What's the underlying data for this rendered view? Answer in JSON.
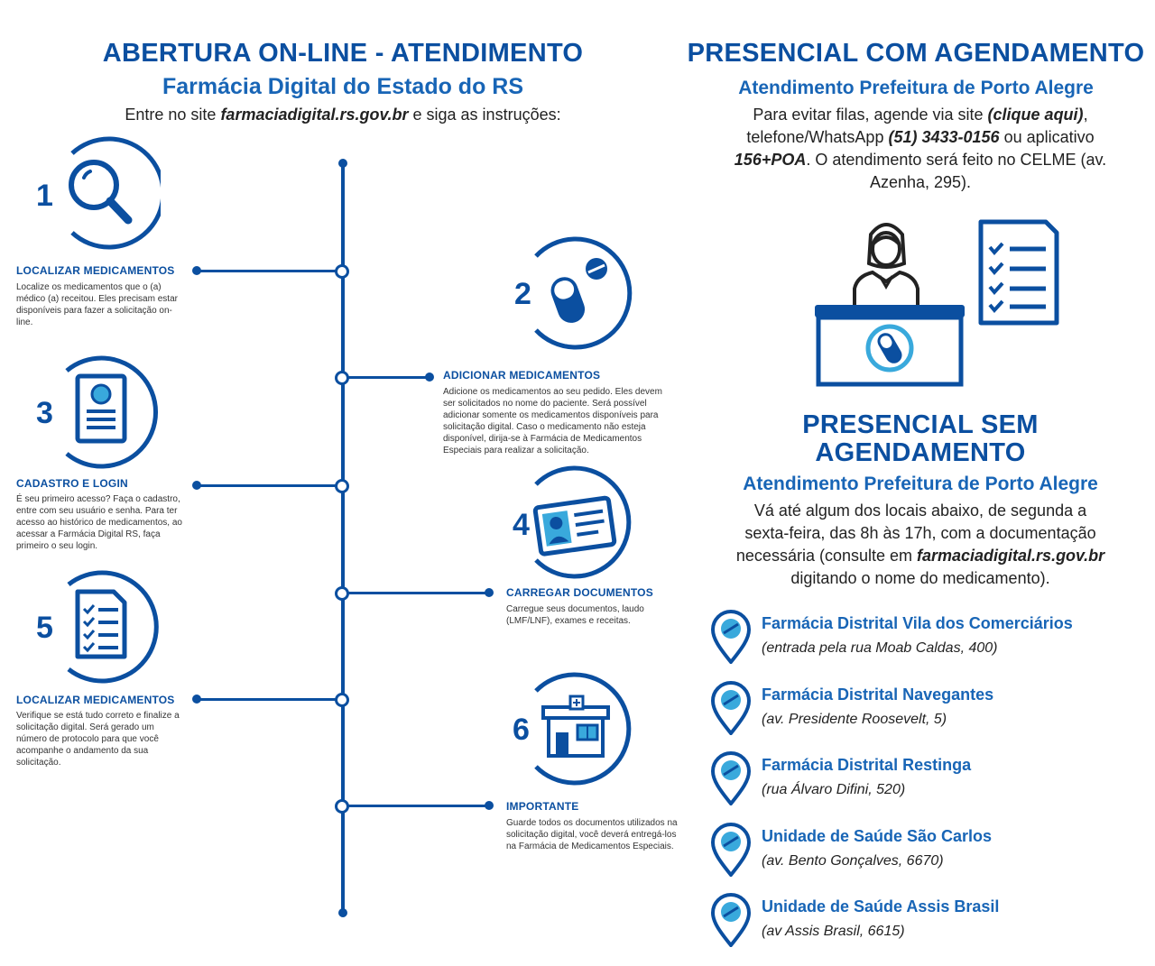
{
  "left": {
    "title": "ABERTURA ON-LINE - ATENDIMENTO",
    "subtitle": "Farmácia Digital do Estado do RS",
    "intro_pre": "Entre no site ",
    "intro_site": "farmaciadigital.rs.gov.br",
    "intro_post": " e siga as instruções:",
    "steps": [
      {
        "number": "1",
        "icon": "magnifier-icon",
        "title": "LOCALIZAR MEDICAMENTOS",
        "text": "Localize os medicamentos que o (a) médico (a) receitou. Eles precisam estar disponíveis para fazer a solicitação on-line."
      },
      {
        "number": "2",
        "icon": "pills-icon",
        "title": "ADICIONAR MEDICAMENTOS",
        "text": "Adicione os medicamentos ao seu pedido. Eles devem ser solicitados no nome do paciente. Será possível adicionar somente os medicamentos disponíveis para solicitação digital. Caso o medicamento não esteja disponível, dirija-se à Farmácia de Medicamentos Especiais para realizar a solicitação."
      },
      {
        "number": "3",
        "icon": "profile-document-icon",
        "title": "CADASTRO E LOGIN",
        "text": "É seu primeiro acesso? Faça o cadastro, entre com seu usuário e senha. Para ter acesso ao histórico de medicamentos, ao acessar a Farmácia Digital RS, faça primeiro o seu login."
      },
      {
        "number": "4",
        "icon": "id-card-icon",
        "title": "CARREGAR DOCUMENTOS",
        "text": "Carregue seus documentos, laudo (LMF/LNF), exames e receitas."
      },
      {
        "number": "5",
        "icon": "checklist-icon",
        "title": "LOCALIZAR MEDICAMENTOS",
        "text": "Verifique se está tudo correto e finalize a solicitação digital. Será gerado um número de protocolo para que você acompanhe o andamento da sua solicitação."
      },
      {
        "number": "6",
        "icon": "pharmacy-building-icon",
        "title": "IMPORTANTE",
        "text": "Guarde todos os documentos utilizados na solicitação digital, você deverá entregá-los na Farmácia de Medicamentos Especiais."
      }
    ]
  },
  "right": {
    "agendamento": {
      "title": "PRESENCIAL COM AGENDAMENTO",
      "subtitle": "Atendimento Prefeitura de Porto Alegre",
      "p1": "Para evitar filas, agende via site ",
      "link": "(clique aqui)",
      "p2": ",",
      "p3": "telefone/WhatsApp ",
      "phone": "(51) 3433-0156",
      "p4": " ou aplicativo",
      "app": "156+POA",
      "p5": ". O atendimento será feito no CELME (av.",
      "p6": "Azenha, 295)."
    },
    "sem_agendamento": {
      "title_line1": "PRESENCIAL SEM",
      "title_line2": "AGENDAMENTO",
      "subtitle": "Atendimento Prefeitura de Porto Alegre",
      "l1": "Vá até algum dos locais abaixo, de segunda a",
      "l2": "sexta-feira, das 8h às 17h, com a documentação",
      "l3_pre": "necessária (consulte em ",
      "l3_site": "farmaciadigital.rs.gov.br",
      "l4": "digitando o nome do medicamento)."
    },
    "locations": [
      {
        "name": "Farmácia Distrital Vila dos Comerciários",
        "address": "(entrada pela rua Moab Caldas, 400)"
      },
      {
        "name": "Farmácia Distrital Navegantes",
        "address": "(av. Presidente Roosevelt, 5)"
      },
      {
        "name": "Farmácia Distrital Restinga",
        "address": "(rua Álvaro Difini, 520)"
      },
      {
        "name": "Unidade de Saúde São Carlos",
        "address": "(av. Bento Gonçalves, 6670)"
      },
      {
        "name": "Unidade de Saúde Assis Brasil",
        "address": "(av Assis Brasil, 6615)"
      }
    ]
  },
  "colors": {
    "primary": "#0b4fa0",
    "secondary": "#1865b6",
    "accent": "#39a9dc"
  }
}
